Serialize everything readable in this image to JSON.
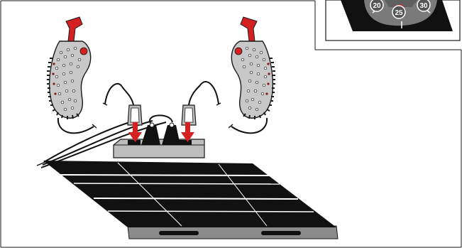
{
  "inset_gauge": {
    "labels": [
      "20",
      "25",
      "30"
    ]
  },
  "colors": {
    "trigger_red": "#d42020",
    "controller_body": "#c8c8c8",
    "outline": "#1a1a1a",
    "track_surface": "#111111",
    "track_border": "#8a8a8a",
    "lane_stripe": "#ffffff",
    "connector_gray": "#bdbdbd",
    "gauge_face": "#7a7a7a"
  },
  "icons": [
    "left-hand-controller-icon",
    "right-hand-controller-icon",
    "connection-box-icon",
    "insert-arrow-icon",
    "race-track-icon",
    "speed-gauge-icon"
  ]
}
